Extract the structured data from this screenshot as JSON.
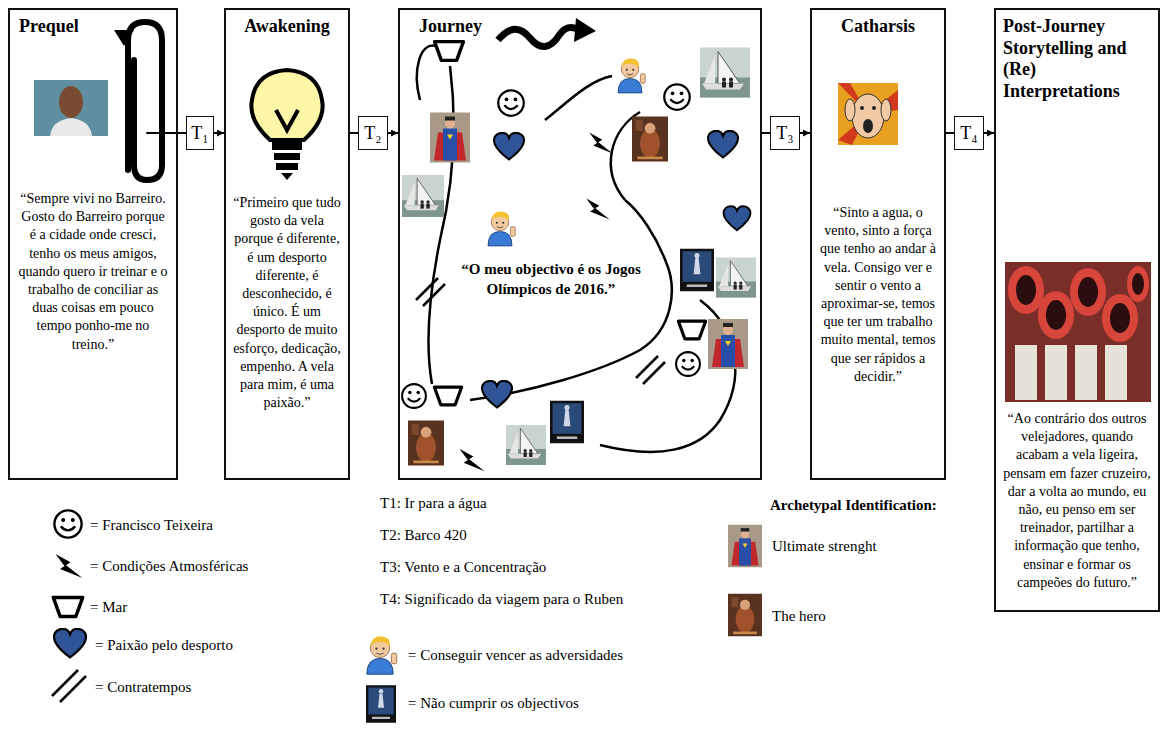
{
  "diagram": {
    "nodes": [
      {
        "text": [
          "Prequel",
          "“Sempre vivi no Barreiro. Gosto do Barreiro porque é a cidade onde cresci, tenho os meus amigos, quando quero ir treinar e o trabalho de conciliar as duas coisas em pouco tempo ponho-me no treino.”"
        ]
      },
      {
        "text": [
          "T₁"
        ]
      },
      {
        "text": [
          "Awakening",
          "“Primeiro que tudo gosto da vela porque é diferente, é um desporto diferente, é desconhecido, é único. É um desporto de muito esforço, dedicação, empenho. A vela para mim, é uma paixão.”"
        ]
      },
      {
        "text": [
          "T₂"
        ]
      },
      {
        "text": [
          "Journey",
          "“O meu objectivo é os Jogos Olímpicos de 2016.”"
        ]
      },
      {
        "text": [
          "T₃"
        ]
      },
      {
        "text": [
          "Catharsis",
          "“Sinto a agua, o vento, sinto a força que tenho ao andar à vela. Consigo ver e sentir o vento a aproximar-se, temos que ter um trabalho muito mental, temos que ser rápidos a decidir.”"
        ]
      },
      {
        "text": [
          "T₄"
        ]
      },
      {
        "text": [
          "Post-Journey Storytelling and (Re) Interpretations",
          "“Ao contrário dos outros velejadores, quando acabam a vela ligeira, pensam em fazer cruzeiro, dar a volta ao mundo, eu não, eu penso em ser treinador, partilhar a informação que tenho, ensinar e formar os campeões do futuro.”"
        ]
      }
    ],
    "edges": [
      {
        "from": 0,
        "to": 1,
        "arrow": "none"
      },
      {
        "from": 1,
        "to": 2,
        "arrow": "to"
      },
      {
        "from": 2,
        "to": 3,
        "arrow": "none"
      },
      {
        "from": 3,
        "to": 4,
        "arrow": "to"
      },
      {
        "from": 4,
        "to": 5,
        "arrow": "none"
      },
      {
        "from": 5,
        "to": 6,
        "arrow": "to"
      },
      {
        "from": 6,
        "to": 7,
        "arrow": "none"
      },
      {
        "from": 7,
        "to": 8,
        "arrow": "to"
      }
    ],
    "labels": [
      "T1: Ir para a água",
      "T2: Barco 420",
      "T3: Vento e a Concentração",
      "T4: Significado da viagem para o Ruben",
      "Archetypal Identification:"
    ],
    "legend": [
      {
        "text": "= Francisco Teixeira"
      },
      {
        "text": "= Condições Atmosféricas"
      },
      {
        "text": "= Mar"
      },
      {
        "text": "= Paixão pelo desporto"
      },
      {
        "text": "= Contratempos"
      },
      {
        "text": "= Conseguir vencer as adversidades"
      },
      {
        "text": "= Não cumprir os objectivos"
      },
      {
        "text": "Ultimate strenght"
      },
      {
        "text": "The hero"
      }
    ]
  }
}
